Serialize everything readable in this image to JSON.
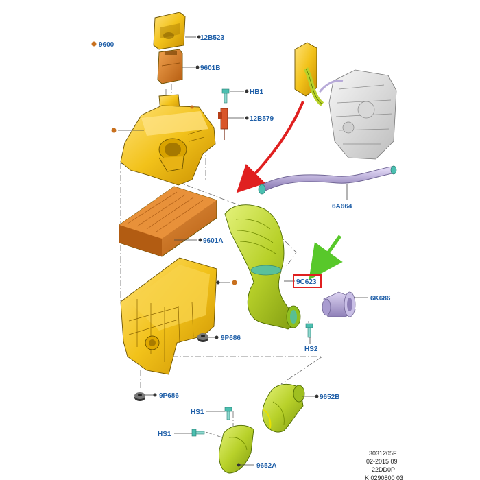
{
  "labels": {
    "p_12B523": "12B523",
    "p_9600": "9600",
    "p_9601B": "9601B",
    "p_HB1": "HB1",
    "p_12B579": "12B579",
    "p_6A664": "6A664",
    "p_9601A": "9601A",
    "p_9C623": "9C623",
    "p_6K686": "6K686",
    "p_9P686_a": "9P686",
    "p_HS2": "HS2",
    "p_9P686_b": "9P686",
    "p_9652B": "9652B",
    "p_HS1_a": "HS1",
    "p_HS1_b": "HS1",
    "p_9652A": "9652A"
  },
  "footer": {
    "line1": "3031205F",
    "line2": "02-2015 09",
    "line3": "22DD0P",
    "line4": "K 0290800 03"
  },
  "colors": {
    "housing_yellow": "#f2c21a",
    "filter_orange": "#d97a1e",
    "duct_green": "#b8d12a",
    "pipe_lavender": "#b7aad8",
    "clamp_teal": "#4bbfb0",
    "highlight_red": "#e02020",
    "arrow_green": "#58c82a",
    "label_blue": "#1f5fa8"
  }
}
